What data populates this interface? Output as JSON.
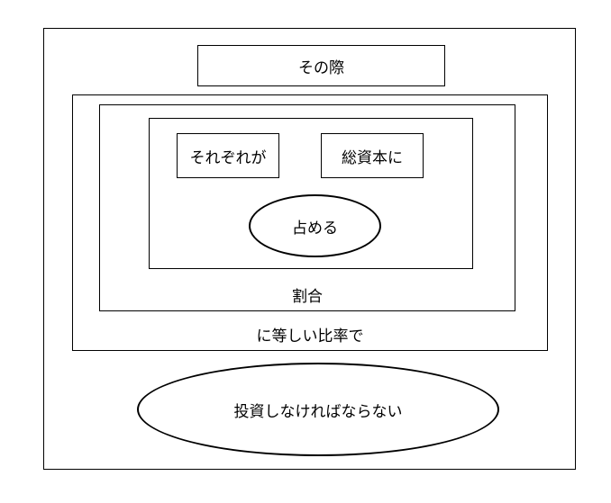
{
  "diagram": {
    "top_box": "その際",
    "left_inner_box": "それぞれが",
    "right_inner_box": "総資本に",
    "center_ellipse": "占める",
    "middle_box_label": "割合",
    "outer_box_label": "に等しい比率で",
    "bottom_ellipse": "投資しなければならない"
  }
}
